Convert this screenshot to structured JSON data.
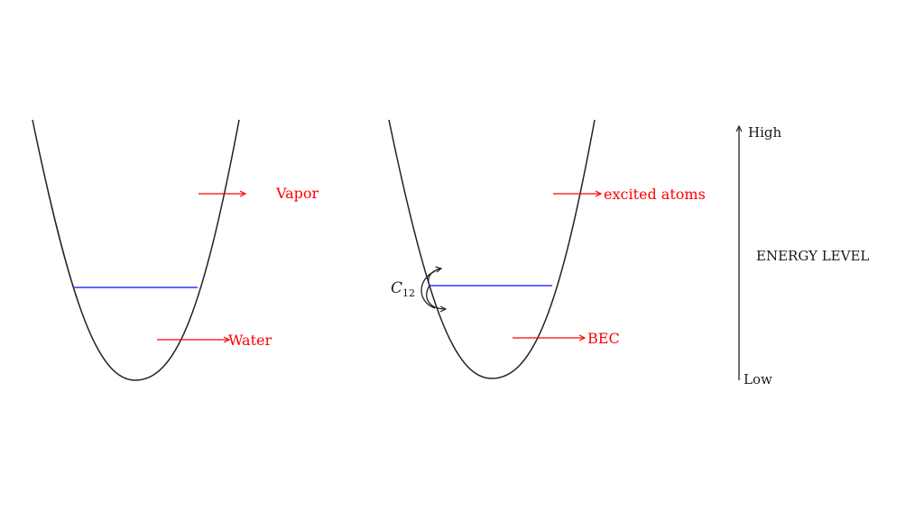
{
  "left_well": {
    "upper_label": "Vapor",
    "lower_label": "Water"
  },
  "right_well": {
    "upper_label": "excited atoms",
    "lower_label": "BEC",
    "coupling_symbol": "C",
    "coupling_subscript": "12"
  },
  "energy_axis": {
    "high_label": "High",
    "low_label": "Low",
    "title": "ENERGY LEVEL"
  },
  "colors": {
    "curve": "#222222",
    "level_line": "#3333ff",
    "label_arrow": "#ff0000",
    "axis": "#222222"
  }
}
